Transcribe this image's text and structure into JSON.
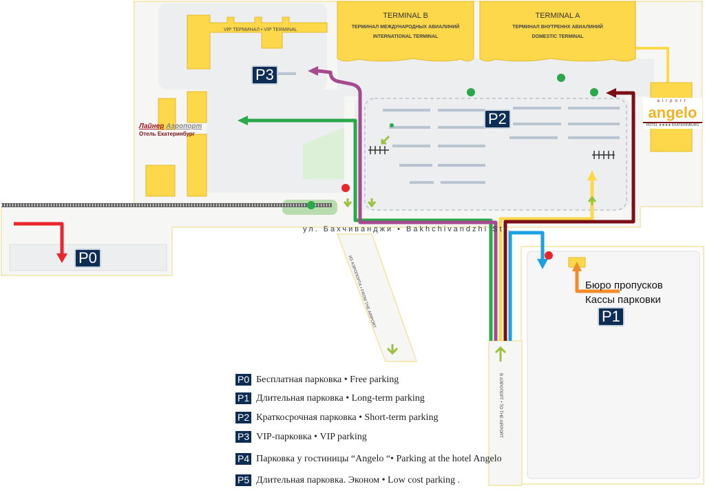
{
  "terminals": {
    "b": {
      "title": "TERMINAL B",
      "ru": "ТЕРМИНАЛ МЕЖДУНАРОДНЫХ АВИАЛИНИЙ",
      "en": "INTERNATIONAL TERMINAL"
    },
    "a": {
      "title": "TERMINAL A",
      "ru": "ТЕРМИНАЛ ВНУТРЕННХ АВИАЛИНИЙ",
      "en": "DOMESTIC TERMINAL"
    },
    "vip": "VIP ТЕРМИНАЛ • VIP TERMINAL"
  },
  "hotels": {
    "angelo_top": "airport",
    "angelo_name": "angelo",
    "angelo_sub": "HOTEL ★★★★ EKATERINBURG",
    "liner_1": "Лайнер",
    "liner_2": "Аэропорт",
    "liner_3": "Отель Екатеринбург"
  },
  "parking_badges": {
    "p0": "P0",
    "p1": "P1",
    "p2": "P2",
    "p3": "P3"
  },
  "street": "ул. Бахчиванджи • Bakhchivandzhi Str.",
  "road_from": "ИЗ АЭРОПОРТА • FROM THE AIRPORT",
  "road_to": "В АЭРОПОРТ • TO THE AIRPORT",
  "p1_office": {
    "line1": "Бюро пропусков",
    "line2": "Кассы парковки"
  },
  "legend": [
    {
      "badge": "P0",
      "text": "Бесплатная парковка • Free parking"
    },
    {
      "badge": "P1",
      "text": "Длительная парковка • Long-term parking"
    },
    {
      "badge": "P2",
      "text": "Краткосрочная парковка • Short-term parking"
    },
    {
      "badge": "P3",
      "text": "VIP-парковка • VIP parking"
    },
    {
      "badge": "P4",
      "text": "Парковка у гостиницы “Angelo “• Parking at the hotel Angelo"
    },
    {
      "badge": "P5",
      "text": "Длительная парковка. Эконом •   Low cost parking ."
    }
  ],
  "colors": {
    "building": "#fcd84a",
    "badge": "#0e2d55",
    "route_p0": "#e8262b",
    "route_p1": "#1ba1e2",
    "route_p2": "#7a0f18",
    "route_p3": "#a54a8f",
    "route_p5": "#2aa84a",
    "route_p4": "#fcd84a"
  }
}
